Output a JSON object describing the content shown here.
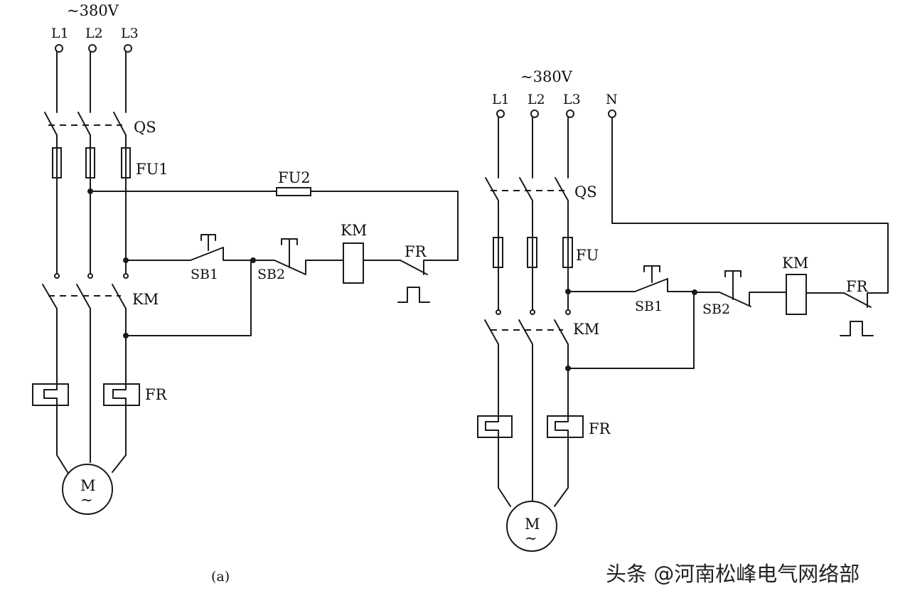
{
  "watermark": "头条 @河南松峰电气网络部",
  "diagram_a": {
    "caption": "(a)",
    "supply": "~380V",
    "lines": [
      "L1",
      "L2",
      "L3"
    ],
    "labels": {
      "qs": "QS",
      "fu1": "FU1",
      "fu2": "FU2",
      "km_main": "KM",
      "km_coil": "KM",
      "fr_relay": "FR",
      "fr_contact": "FR",
      "sb1": "SB1",
      "sb2": "SB2",
      "motor": "M",
      "motor_ac": "~"
    }
  },
  "diagram_b": {
    "supply": "~380V",
    "lines": [
      "L1",
      "L2",
      "L3",
      "N"
    ],
    "labels": {
      "qs": "QS",
      "fu": "FU",
      "km_main": "KM",
      "km_coil": "KM",
      "fr_relay": "FR",
      "fr_contact": "FR",
      "sb1": "SB1",
      "sb2": "SB2",
      "motor": "M",
      "motor_ac": "~"
    }
  }
}
